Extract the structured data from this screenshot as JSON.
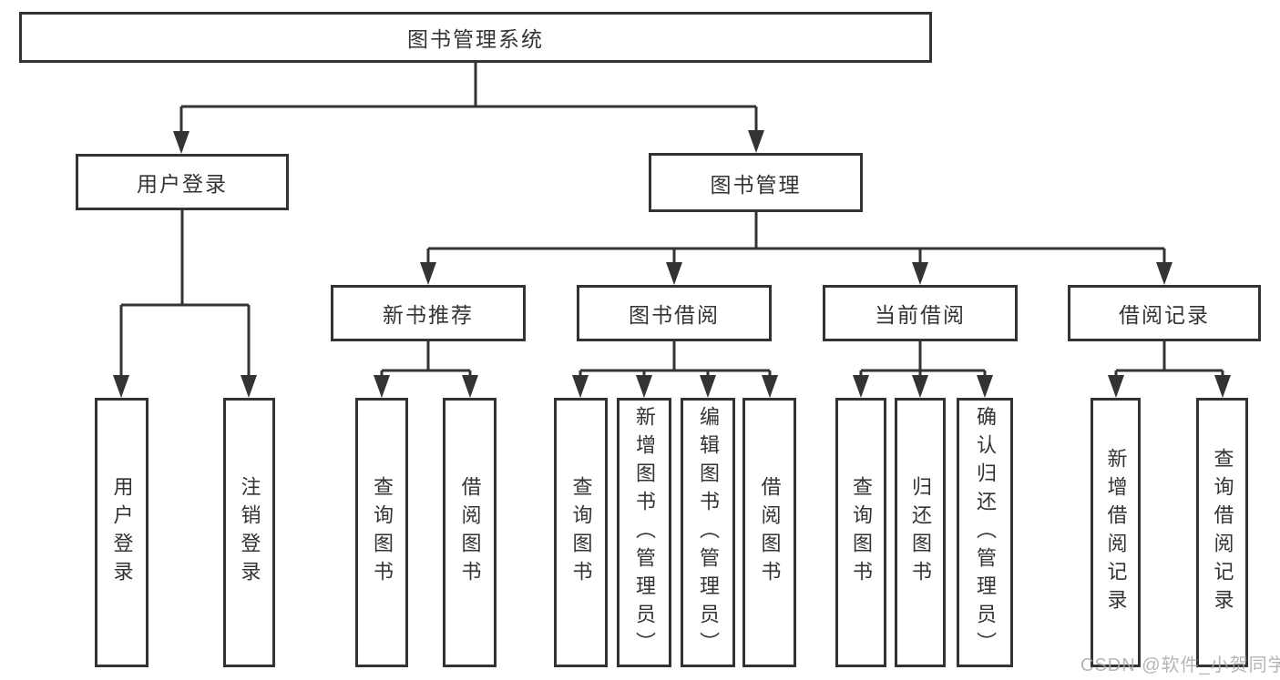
{
  "page": {
    "background": "#ffffff",
    "line_color": "#333333",
    "text_color": "#333333",
    "watermark": {
      "text": "CSDN @软件_小贺同学",
      "color": "#a9a9a9"
    }
  },
  "nodes": {
    "root": "图书管理系统",
    "user_login": "用户登录",
    "book_mgmt": "图书管理",
    "new_book_rec": "新书推荐",
    "book_borrow": "图书借阅",
    "current_borrow": "当前借阅",
    "borrow_record": "借阅记录",
    "leaf_user_login": "用户登录",
    "leaf_logout": "注销登录",
    "leaf_rec_query": "查询图书",
    "leaf_rec_borrow": "借阅图书",
    "leaf_bor_query": "查询图书",
    "leaf_bor_add": "新增图书（管理员）",
    "leaf_bor_edit": "编辑图书（管理员）",
    "leaf_bor_borrow": "借阅图书",
    "leaf_cur_query": "查询图书",
    "leaf_cur_return": "归还图书",
    "leaf_cur_confirm": "确认归还（管理员）",
    "leaf_rcd_add": "新增借阅记录",
    "leaf_rcd_query": "查询借阅记录"
  },
  "hierarchy": {
    "label": "图书管理系统",
    "children": [
      {
        "label": "用户登录",
        "children": [
          {
            "label": "用户登录"
          },
          {
            "label": "注销登录"
          }
        ]
      },
      {
        "label": "图书管理",
        "children": [
          {
            "label": "新书推荐",
            "children": [
              {
                "label": "查询图书"
              },
              {
                "label": "借阅图书"
              }
            ]
          },
          {
            "label": "图书借阅",
            "children": [
              {
                "label": "查询图书"
              },
              {
                "label": "新增图书（管理员）"
              },
              {
                "label": "编辑图书（管理员）"
              },
              {
                "label": "借阅图书"
              }
            ]
          },
          {
            "label": "当前借阅",
            "children": [
              {
                "label": "查询图书"
              },
              {
                "label": "归还图书"
              },
              {
                "label": "确认归还（管理员）"
              }
            ]
          },
          {
            "label": "借阅记录",
            "children": [
              {
                "label": "新增借阅记录"
              },
              {
                "label": "查询借阅记录"
              }
            ]
          }
        ]
      }
    ]
  }
}
